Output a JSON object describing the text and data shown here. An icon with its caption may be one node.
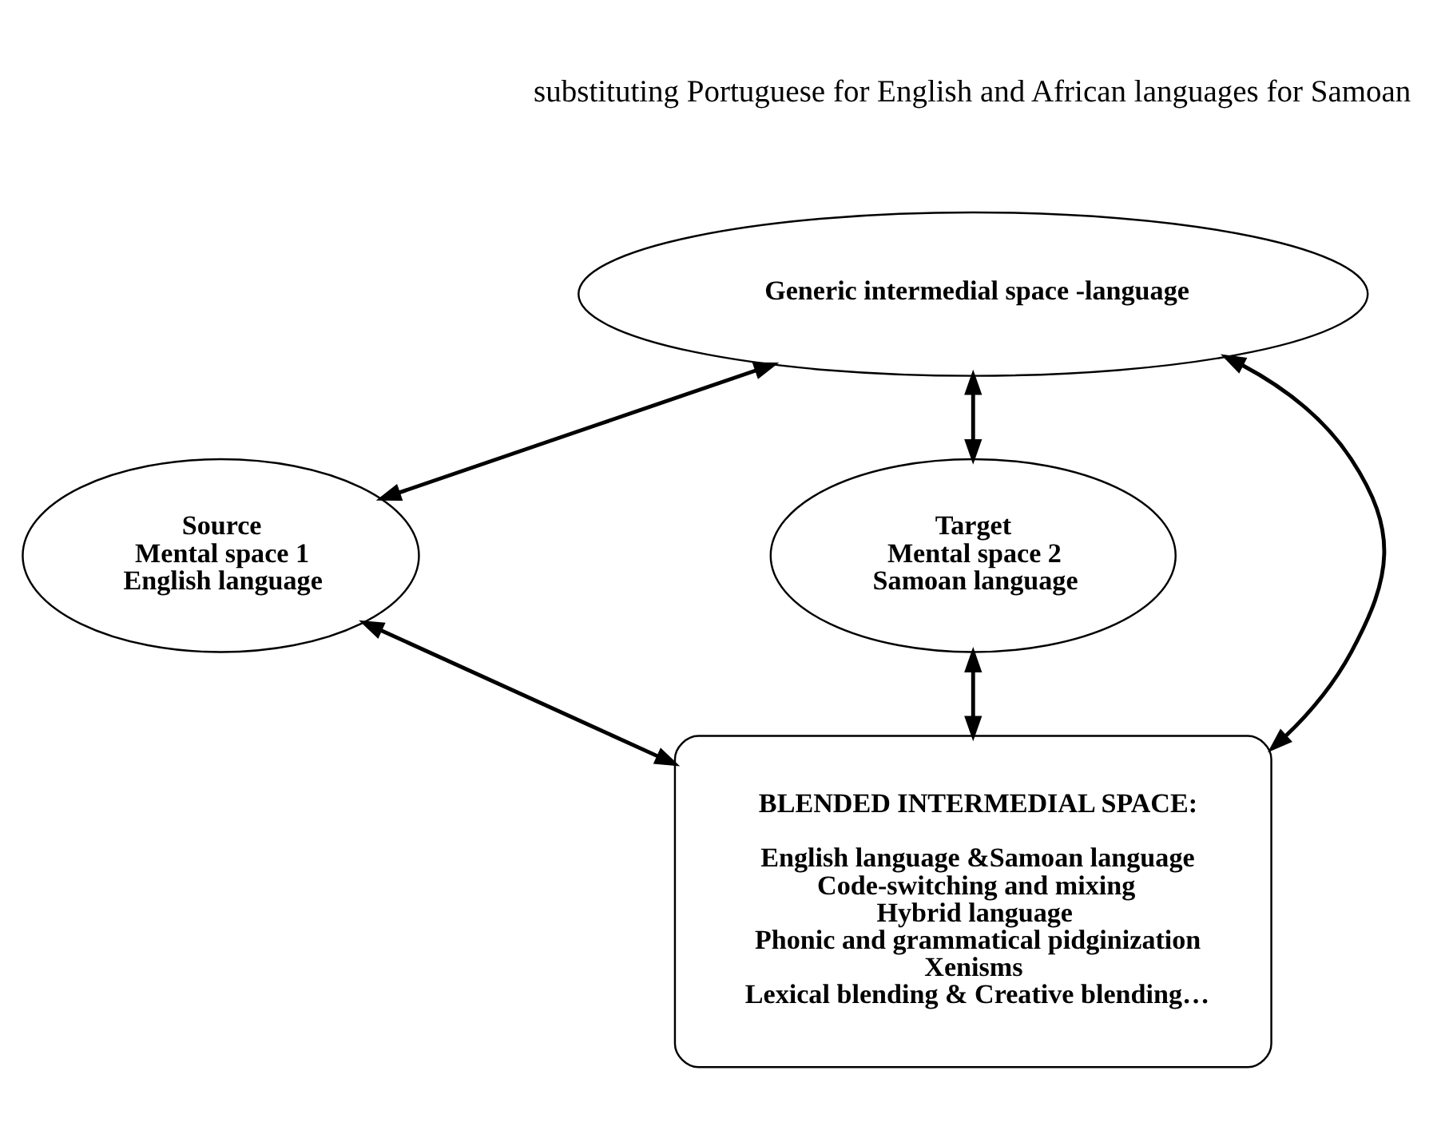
{
  "diagram": {
    "nodes": [
      {
        "text": [
          "Generic intermedial space -language"
        ]
      },
      {
        "text": [
          "Source",
          "Mental space 1",
          "English language"
        ]
      },
      {
        "text": [
          "Target",
          "Mental space 2",
          "Samoan language"
        ]
      },
      {
        "text": [
          "BLENDED INTERMEDIAL SPACE:",
          "English language &Samoan language",
          "Code-switching and mixing",
          "Hybrid language",
          "Phonic and grammatical pidginization",
          "Xenisms",
          "Lexical blending & Creative blending…"
        ]
      }
    ],
    "edges": [
      {
        "from": 0,
        "to": 1,
        "arrow": "both"
      },
      {
        "from": 0,
        "to": 2,
        "arrow": "both"
      },
      {
        "from": 0,
        "to": 3,
        "arrow": "both"
      },
      {
        "from": 1,
        "to": 3,
        "arrow": "both"
      },
      {
        "from": 2,
        "to": 3,
        "arrow": "both"
      }
    ],
    "labels": [
      "substituting Portuguese for English and African languages for Samoan"
    ]
  }
}
